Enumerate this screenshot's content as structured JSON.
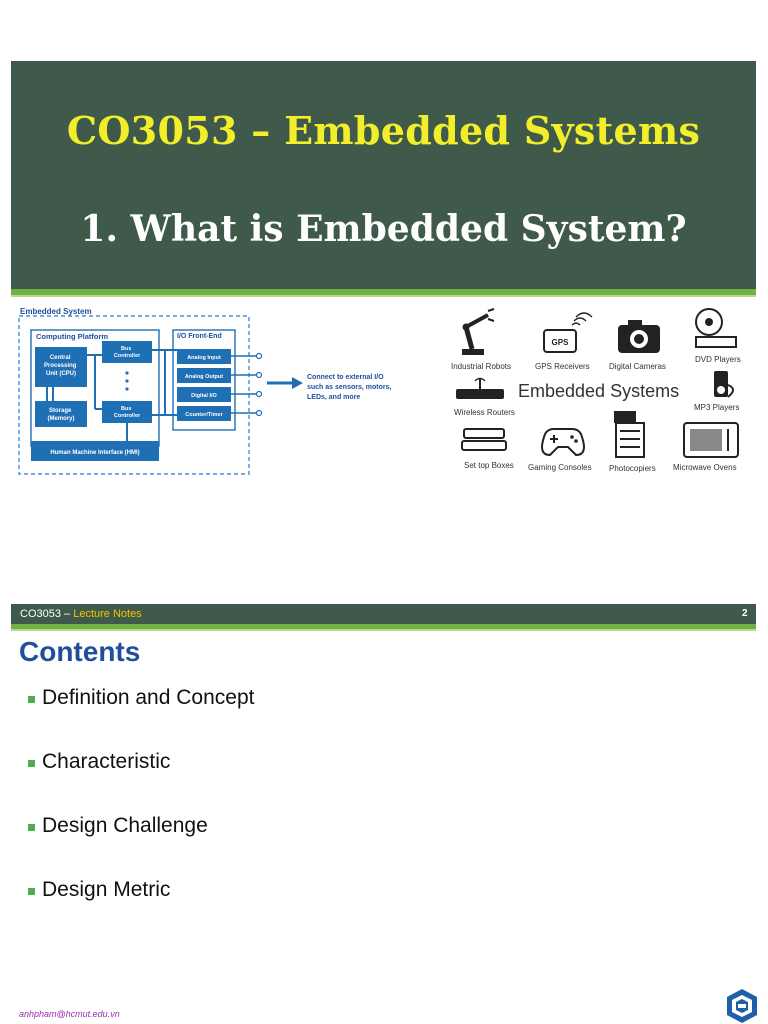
{
  "slide1": {
    "course_title": "CO3053 – Embedded Systems",
    "lecture_title": "1. What is Embedded System?",
    "diagram": {
      "outer_label": "Embedded System",
      "computing_platform_label": "Computing Platform",
      "cpu_label_lines": [
        "Central",
        "Processing",
        "Unit (CPU)"
      ],
      "storage_label_lines": [
        "Storage",
        "(Memory)"
      ],
      "bus_controller_label_lines": [
        "Bus",
        "Controller"
      ],
      "io_frontend_label": "I/O Front-End",
      "io_blocks": [
        "Analog Input",
        "Analog Output",
        "Digital I/O",
        "Counter/Timer"
      ],
      "hmi_label": "Human Machine Interface (HMI)",
      "connect_text_lines": [
        "Connect to external I/O",
        "such as sensors, motors,",
        "LEDs, and more"
      ]
    },
    "icons_panel": {
      "center_label": "Embedded Systems",
      "items": [
        "Industrial Robots",
        "GPS Receivers",
        "Digital Cameras",
        "DVD Players",
        "Wireless Routers",
        "MP3 Players",
        "Set top Boxes",
        "Gaming Consoles",
        "Photocopiers",
        "Microwave Ovens"
      ],
      "gps_badge": "GPS"
    }
  },
  "slide2": {
    "header_course": "CO3053 – ",
    "header_notes": "Lecture Notes",
    "page_number": "2",
    "title": "Contents",
    "bullets": [
      "Definition and Concept",
      "Characteristic",
      "Design Challenge",
      "Design Metric"
    ],
    "footer_email": "anhpham@hcmut.edu.vn"
  },
  "colors": {
    "band": "#3f5a4a",
    "accent_green": "#71b043",
    "title_yellow": "#f2ef2a",
    "contents_blue": "#1f4e9c",
    "diagram_blue": "#1f6fb5"
  }
}
